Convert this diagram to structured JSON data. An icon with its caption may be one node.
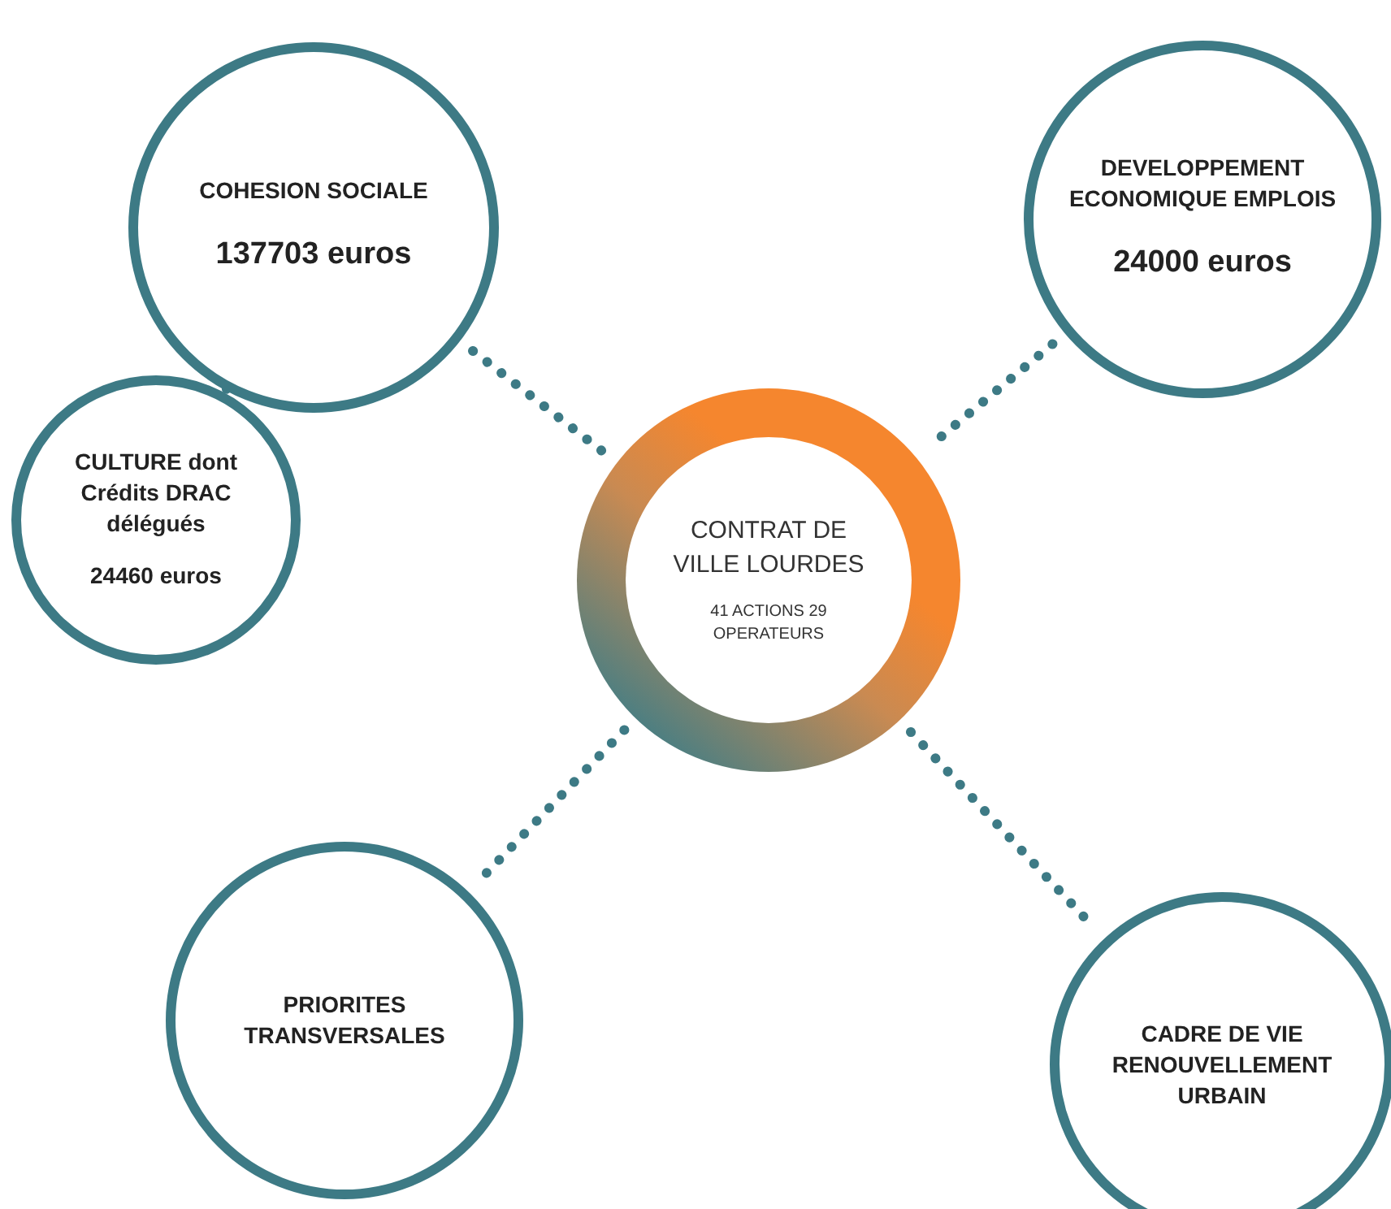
{
  "diagram": {
    "nodes": [
      {
        "text": [
          "COHESION SOCIALE",
          "137703 euros"
        ]
      },
      {
        "text": [
          "DEVELOPPEMENT ECONOMIQUE EMPLOIS",
          "24000 euros"
        ]
      },
      {
        "text": [
          "CULTURE dont Crédits DRAC délégués",
          "24460 euros"
        ]
      },
      {
        "text": [
          "CONTRAT DE VILLE LOURDES",
          "41 ACTIONS 29 OPERATEURS"
        ]
      },
      {
        "text": [
          "PRIORITES TRANSVERSALES"
        ]
      },
      {
        "text": [
          "CADRE DE VIE RENOUVELLEMENT URBAIN"
        ]
      }
    ],
    "edges": [
      {
        "from": 0,
        "to": 3,
        "arrow": "none",
        "style": "dashed"
      },
      {
        "from": 1,
        "to": 3,
        "arrow": "none",
        "style": "dashed"
      },
      {
        "from": 0,
        "to": 2,
        "arrow": "none",
        "style": "dashed"
      },
      {
        "from": 3,
        "to": 4,
        "arrow": "none",
        "style": "dashed"
      },
      {
        "from": 3,
        "to": 5,
        "arrow": "none",
        "style": "dashed"
      }
    ]
  }
}
